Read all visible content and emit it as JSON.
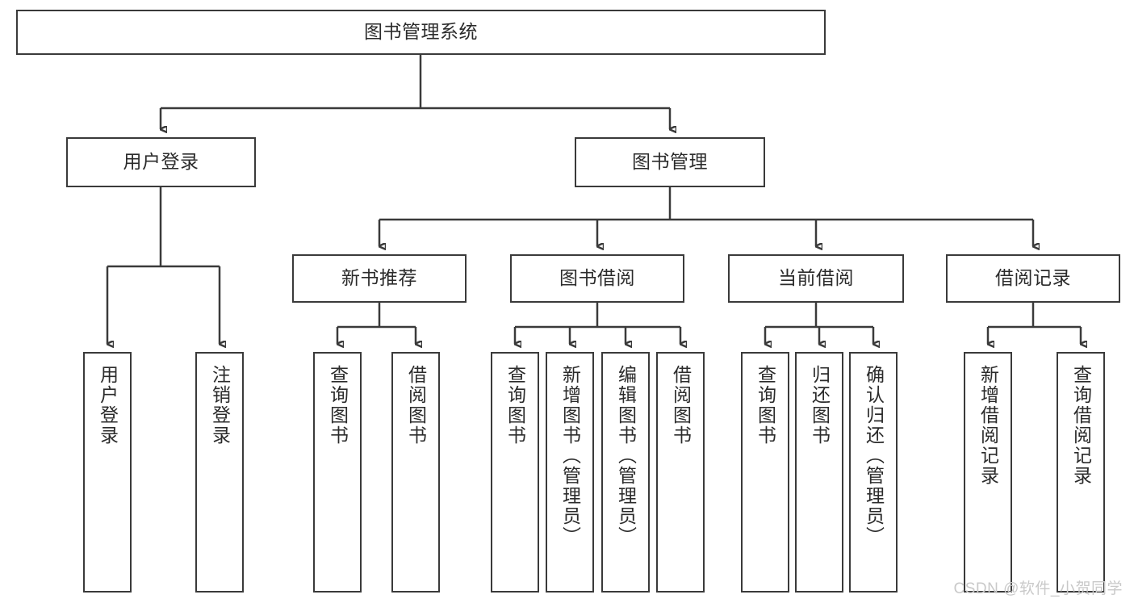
{
  "diagram": {
    "title": "图书管理系统",
    "watermark": "CSDN @软件_小贺同学",
    "levels": {
      "root": {
        "label": "图书管理系统"
      },
      "level2": [
        {
          "label": "用户登录"
        },
        {
          "label": "图书管理"
        }
      ],
      "level3": [
        {
          "label": "新书推荐"
        },
        {
          "label": "图书借阅"
        },
        {
          "label": "当前借阅"
        },
        {
          "label": "借阅记录"
        }
      ],
      "leaves": [
        {
          "label": "用户登录",
          "parent": "用户登录"
        },
        {
          "label": "注销登录",
          "parent": "用户登录"
        },
        {
          "label": "查询图书",
          "parent": "新书推荐"
        },
        {
          "label": "借阅图书",
          "parent": "新书推荐"
        },
        {
          "label": "查询图书",
          "parent": "图书借阅"
        },
        {
          "label": "新增图书（管理员）",
          "parent": "图书借阅"
        },
        {
          "label": "编辑图书（管理员）",
          "parent": "图书借阅"
        },
        {
          "label": "借阅图书",
          "parent": "图书借阅"
        },
        {
          "label": "查询图书",
          "parent": "当前借阅"
        },
        {
          "label": "归还图书",
          "parent": "当前借阅"
        },
        {
          "label": "确认归还（管理员）",
          "parent": "当前借阅"
        },
        {
          "label": "新增借阅记录",
          "parent": "借阅记录"
        },
        {
          "label": "查询借阅记录",
          "parent": "借阅记录"
        }
      ]
    },
    "colors": {
      "stroke": "#3a3a3a",
      "fill": "#ffffff",
      "text": "#2b2b2b",
      "watermark": "#c9c9c9"
    }
  }
}
